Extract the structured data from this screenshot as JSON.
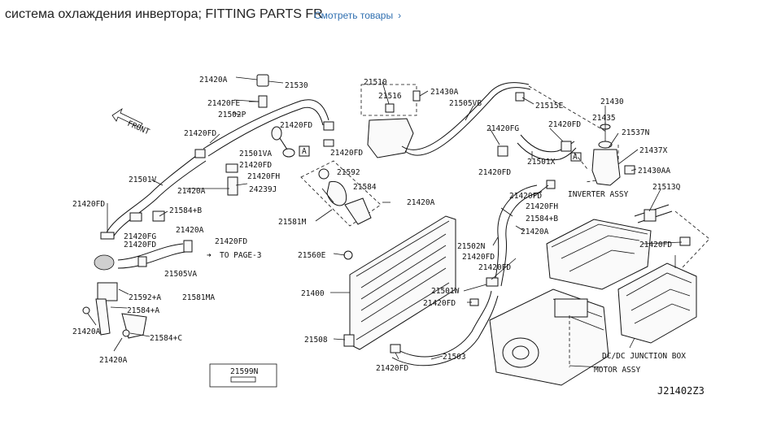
{
  "header": {
    "title": "система охлаждения инвертора; FITTING PARTS FR",
    "shop_link": "Смотреть товары",
    "shop_chevron": "›"
  },
  "diagram": {
    "code": "J21402Z3",
    "labels": {
      "p21420A_top": "21420A",
      "p21530": "21530",
      "p21420FE": "21420FE",
      "p21502P": "21502P",
      "front": "FRONT",
      "p21420FD_a": "21420FD",
      "p21420FD_b": "21420FD",
      "p21501VA": "21501VA",
      "p21420FD_c": "21420FD",
      "p21420FH_a": "21420FH",
      "p21420A_mid": "21420A",
      "p24239J": "24239J",
      "p21420FD_d": "21420FD",
      "p21592": "21592",
      "p21584": "21584",
      "p21420A_r": "21420A",
      "p21581M": "21581M",
      "p21510": "21510",
      "p21516": "21516",
      "p21430A": "21430A",
      "p21505VB": "21505VB",
      "p21515E": "21515E",
      "p21430": "21430",
      "p21435": "21435",
      "p21537N": "21537N",
      "p21437X": "21437X",
      "p21430AA": "21430AA",
      "p21420FG_r": "21420FG",
      "p21420FD_e": "21420FD",
      "p21420FD_f": "21420FD",
      "p21501X": "21501X",
      "p21501V": "21501V",
      "p21420FD_g": "21420FD",
      "p21584B_a": "21584+B",
      "p21420A_l1": "21420A",
      "p21420FG": "21420FG",
      "p21420FD_h": "21420FD",
      "p21420FD_i": "21420FD",
      "to_page": "TO PAGE-3",
      "p21505VA": "21505VA",
      "p21592A": "21592+A",
      "p21581MA": "21581MA",
      "p21584A": "21584+A",
      "p21420A_l2": "21420A",
      "p21584C": "21584+C",
      "p21420A_l3": "21420A",
      "p21599N": "21599N",
      "p21560E": "21560E",
      "p21400": "21400",
      "p21508": "21508",
      "p21420FD_j": "21420FD",
      "p21503": "21503",
      "p21502N": "21502N",
      "p21420FD_k": "21420FD",
      "p21420FD_l": "21420FD",
      "p21501W": "21501W",
      "p21420FD_m": "21420FD",
      "p21420FD_n": "21420FD",
      "p21420FH_b": "21420FH",
      "p21584B_b": "21584+B",
      "p21420A_c": "21420A",
      "inverter": "INVERTER ASSY",
      "p21513Q": "21513Q",
      "p21420FD_o": "21420FD",
      "dcdc": "DC/DC JUNCTION BOX",
      "motor": "MOTOR ASSY",
      "ref_a1": "A",
      "ref_a2": "A"
    }
  }
}
